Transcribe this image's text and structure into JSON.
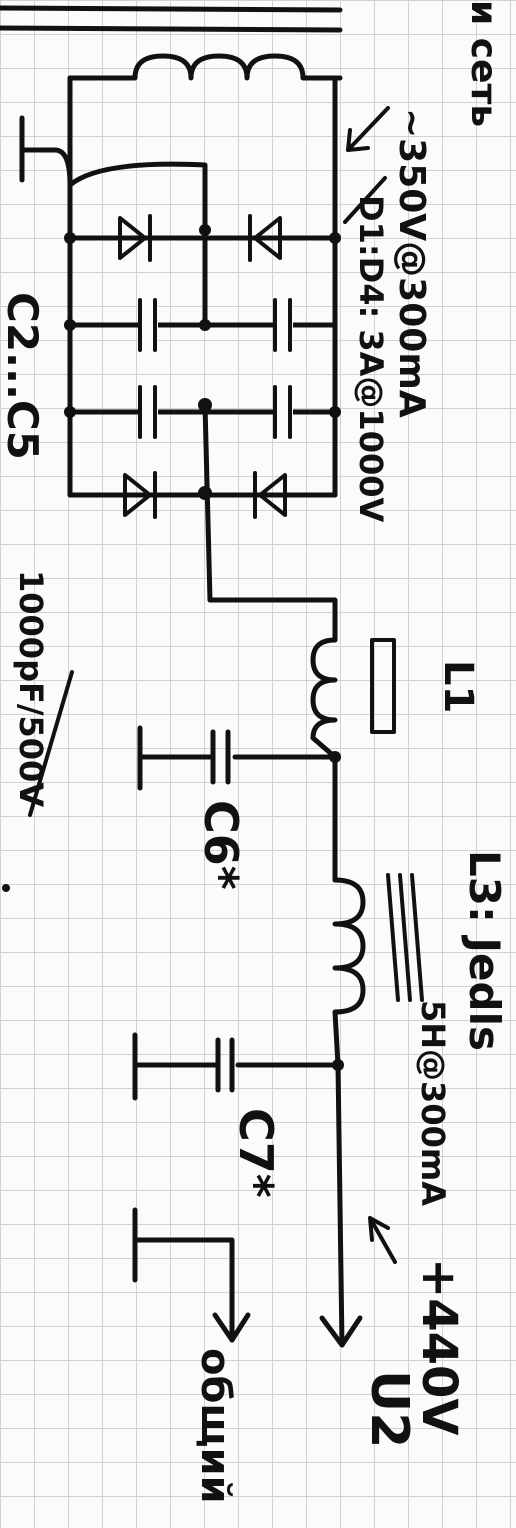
{
  "header": {
    "corner_text": "и сеть"
  },
  "labels": {
    "transformer_rating": "~350V@300mA",
    "diode_spec": "D1:D4: 3A@1000V",
    "cap_spec_id": "C2...C5",
    "cap_spec_val": "1000pF/500V",
    "l1": "L1",
    "c6": "C6*",
    "c7": "C7*",
    "l3_id": "L3: Jedls",
    "l3_val": "5H@300mA",
    "voltage": "+440V",
    "output": "U2",
    "ground": "общий"
  }
}
